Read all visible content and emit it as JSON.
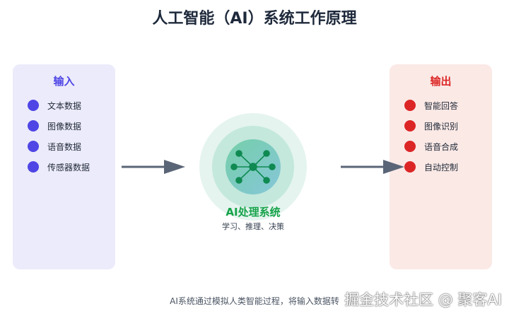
{
  "title": "人工智能（AI）系统工作原理",
  "input_panel": {
    "heading": "输入",
    "items": [
      "文本数据",
      "图像数据",
      "语音数据",
      "传感器数据"
    ]
  },
  "output_panel": {
    "heading": "输出",
    "items": [
      "智能回答",
      "图像识别",
      "语音合成",
      "自动控制"
    ]
  },
  "center": {
    "title": "AI处理系统",
    "subtitle": "学习、推理、决策",
    "icon": "neural-network-icon"
  },
  "footer": "AI系统通过模拟人类智能过程，将输入数据转",
  "watermark": "掘金技术社区 @ 聚客AI",
  "colors": {
    "input_accent": "#4f46e5",
    "output_accent": "#dc2626",
    "center_accent": "#16a34a",
    "arrow": "#5a6577"
  }
}
